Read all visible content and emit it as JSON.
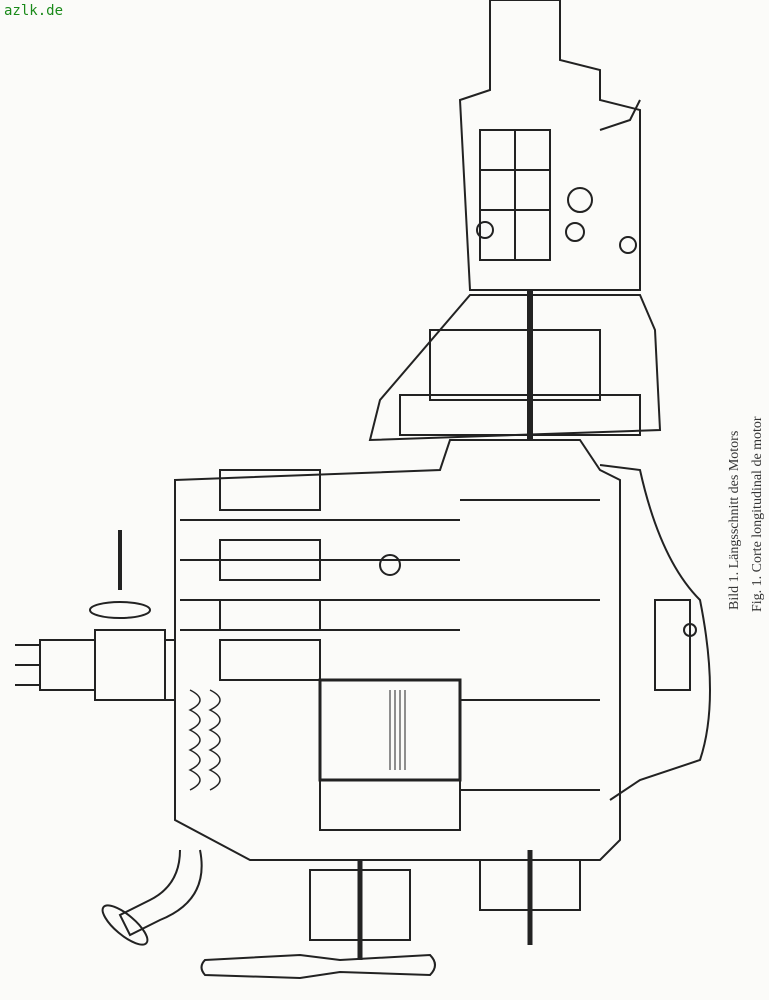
{
  "watermark": "azlk.de",
  "caption": {
    "german": "Bild 1. Längsschnitt des Motors",
    "spanish": "Fig. 1. Corte longitudinal de motor"
  },
  "colors": {
    "ink": "#222222",
    "paper": "#fbfbf9",
    "watermark": "#1a8a1a"
  }
}
